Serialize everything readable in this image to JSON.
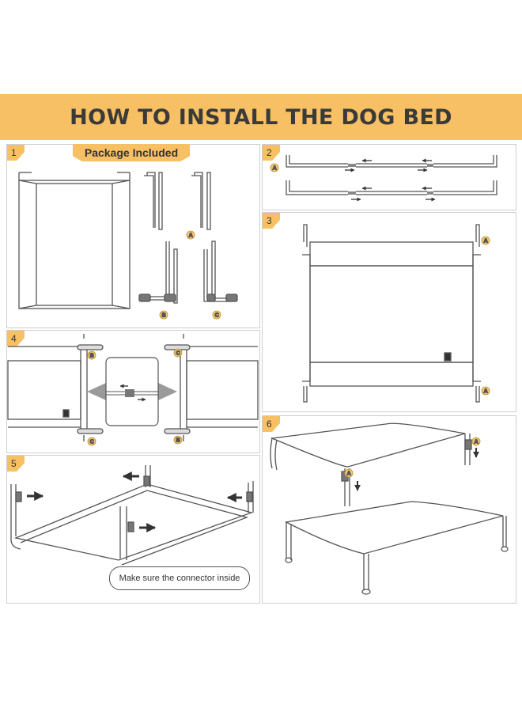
{
  "title": "HOW TO INSTALL THE DOG BED",
  "steps": [
    {
      "number": "1",
      "label": "Package Included"
    },
    {
      "number": "2"
    },
    {
      "number": "3"
    },
    {
      "number": "4"
    },
    {
      "number": "5",
      "callout": "Make sure the connector inside"
    },
    {
      "number": "6"
    }
  ],
  "part_tags": [
    "A",
    "B",
    "C"
  ],
  "colors": {
    "accent": "#f7c064",
    "tag_fill": "#f3c979",
    "line": "#555555",
    "arrow": "#333333"
  }
}
